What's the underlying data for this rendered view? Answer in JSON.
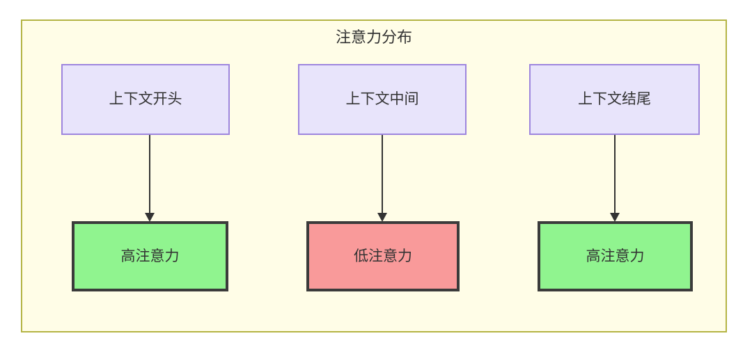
{
  "diagram": {
    "title": "注意力分布",
    "container": {
      "fill": "#fffde7",
      "stroke": "#b4b444"
    },
    "nodes": {
      "context_start": {
        "label": "上下文开头",
        "fill": "#e8e4fb",
        "stroke": "#9d85de"
      },
      "context_middle": {
        "label": "上下文中间",
        "fill": "#e8e4fb",
        "stroke": "#9d85de"
      },
      "context_end": {
        "label": "上下文结尾",
        "fill": "#e8e4fb",
        "stroke": "#9d85de"
      },
      "attention_start": {
        "label": "高注意力",
        "fill": "#90f48f",
        "stroke": "#3b3b3b"
      },
      "attention_middle": {
        "label": "低注意力",
        "fill": "#f99a9a",
        "stroke": "#3b3b3b"
      },
      "attention_end": {
        "label": "高注意力",
        "fill": "#90f48f",
        "stroke": "#3b3b3b"
      }
    },
    "edges": [
      {
        "from": "context_start",
        "to": "attention_start",
        "label": ""
      },
      {
        "from": "context_middle",
        "to": "attention_middle",
        "label": ""
      },
      {
        "from": "context_end",
        "to": "attention_end",
        "label": ""
      }
    ]
  }
}
